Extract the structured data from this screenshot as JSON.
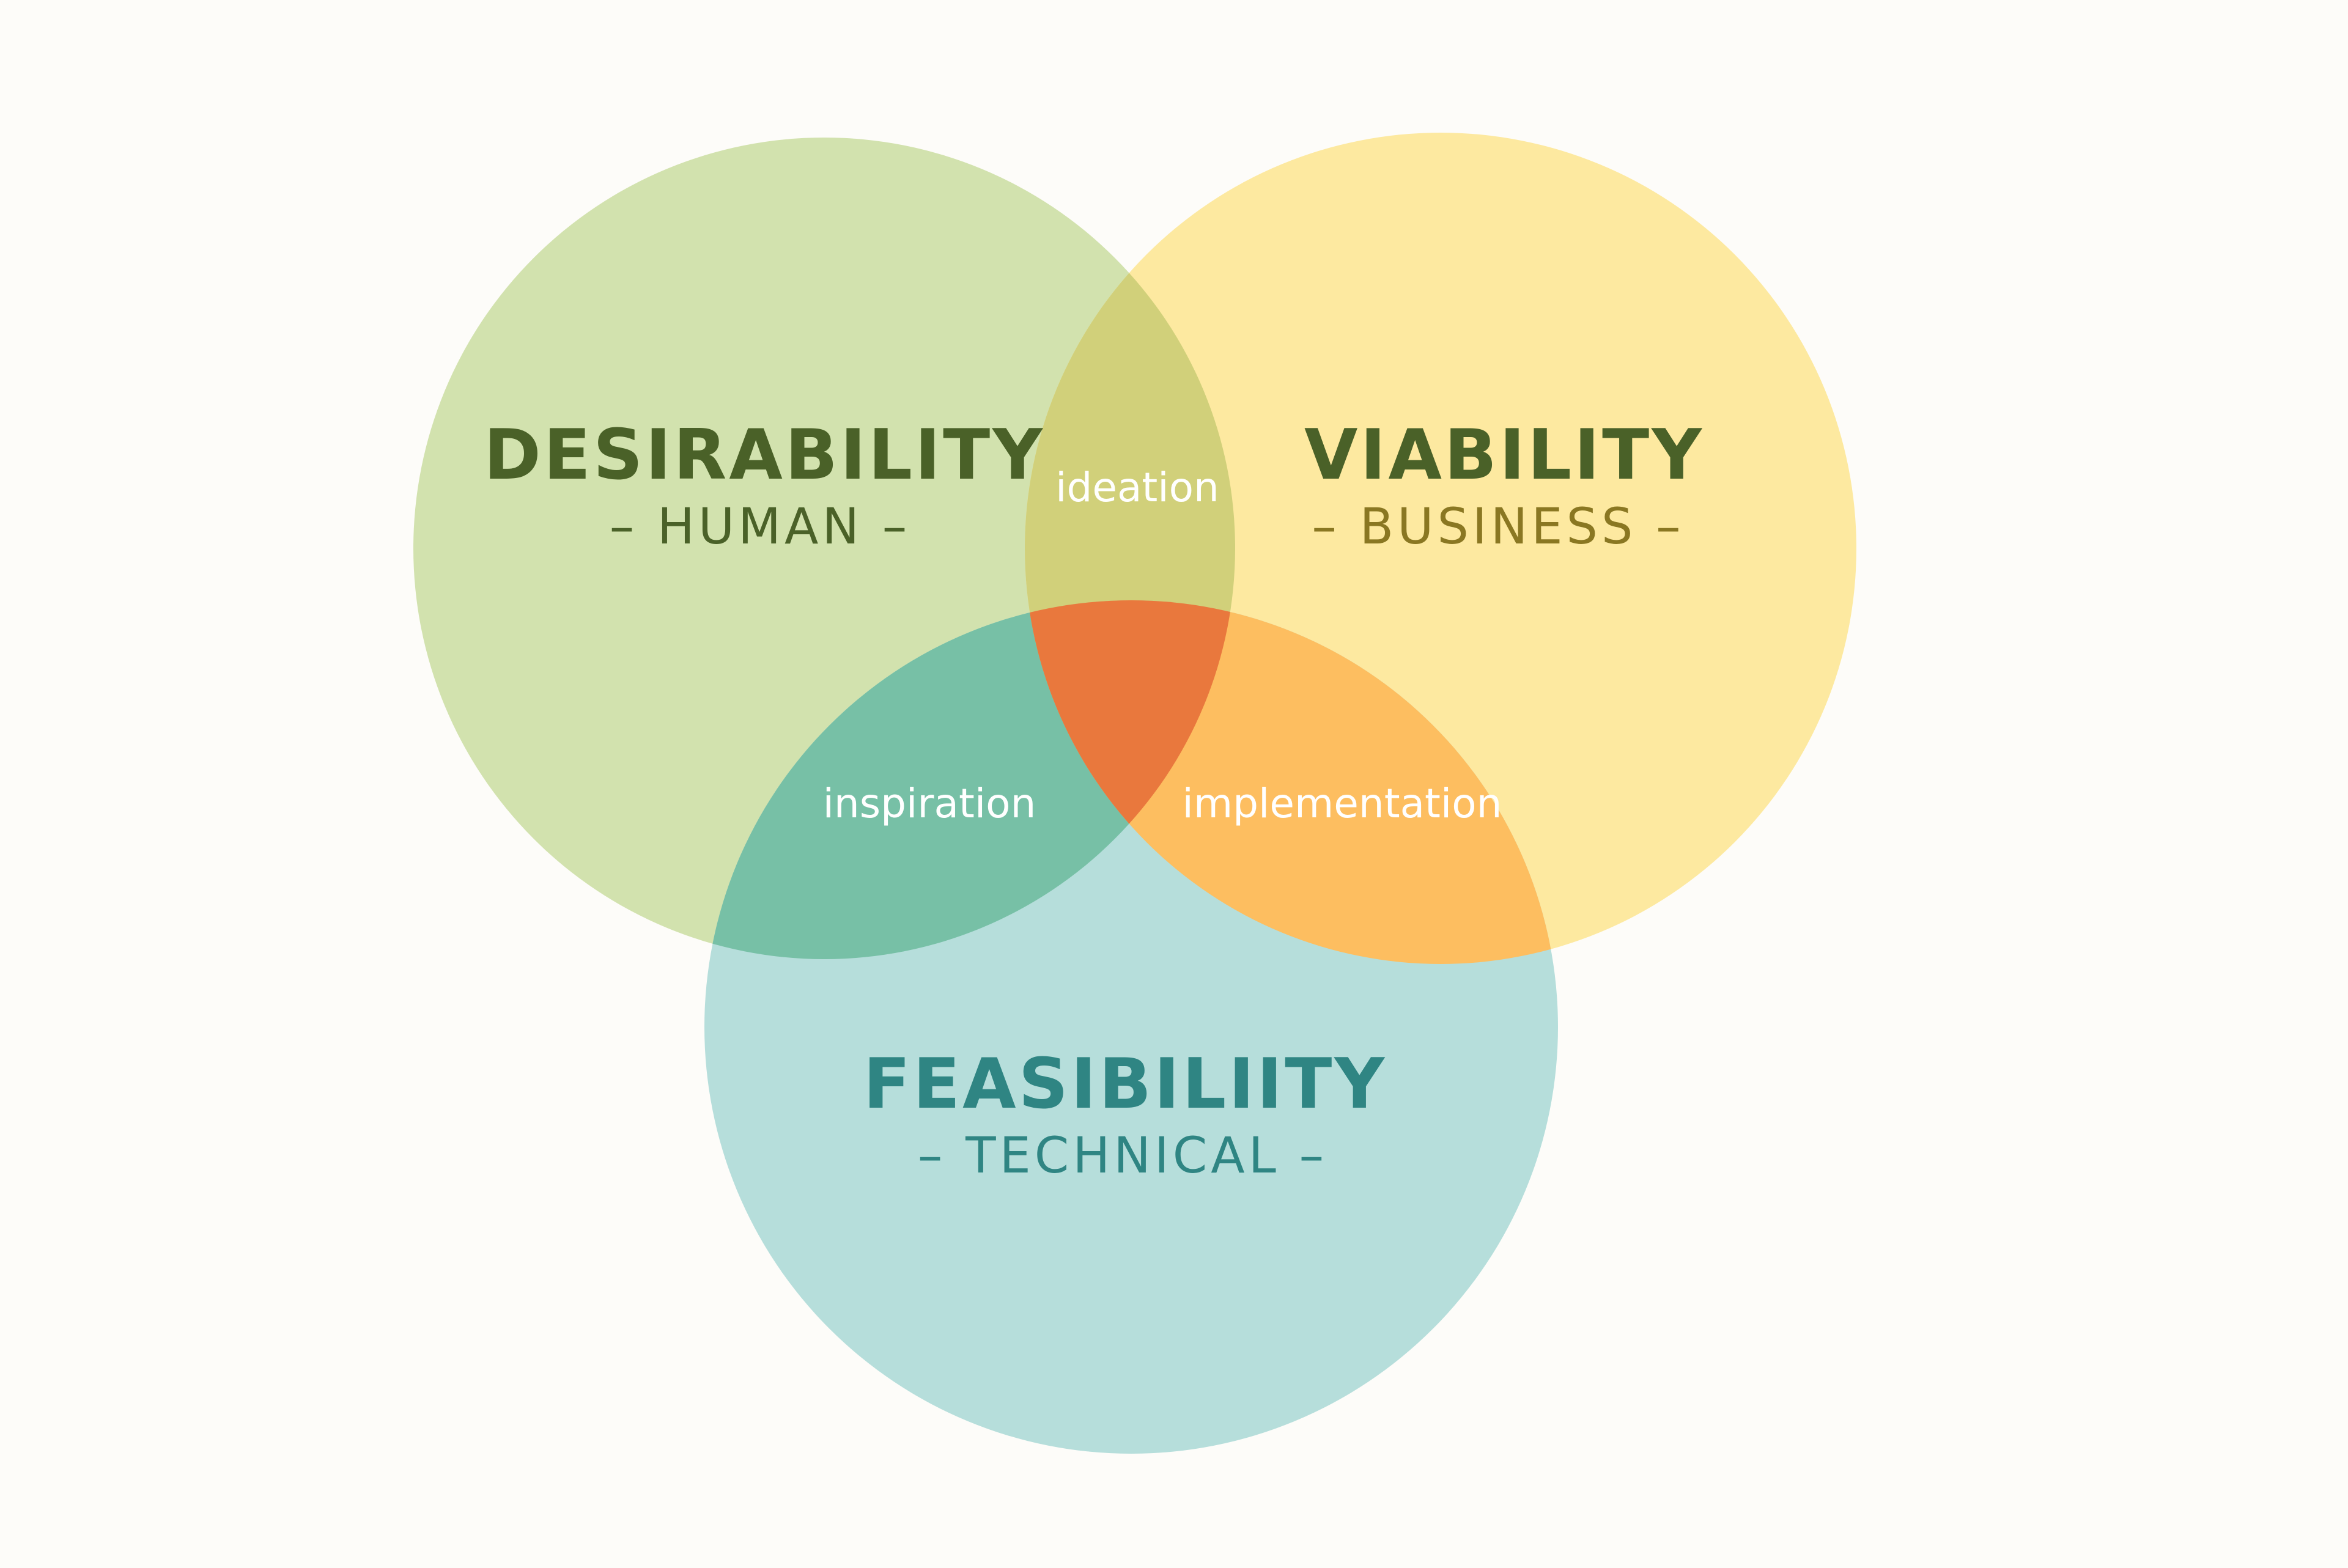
{
  "colors": {
    "background": "#fdfcf9",
    "desirability_fill": "#d2e2ae",
    "viability_fill": "#fde9a0",
    "feasibility_fill": "#b6dedb",
    "ideation_fill": "#d1d07a",
    "inspiration_fill": "#77c0a6",
    "implementation_fill": "#fdbe60",
    "center_fill": "#e9783d",
    "desirability_text": "#4a6128",
    "viability_text": "#4a6128",
    "viability_subtitle_text": "#8a7722",
    "feasibility_text": "#2f8583",
    "region_text": "#ffffff"
  },
  "circles": {
    "desirability": {
      "title": "DESIRABILITY",
      "subtitle": "– HUMAN –"
    },
    "viability": {
      "title": "VIABILITY",
      "subtitle": "– BUSINESS –"
    },
    "feasibility": {
      "title": "FEASIBILIITY",
      "subtitle": "– TECHNICAL –"
    }
  },
  "regions": {
    "ideation": "ideation",
    "inspiration": "inspiration",
    "implementation": "implementation"
  }
}
